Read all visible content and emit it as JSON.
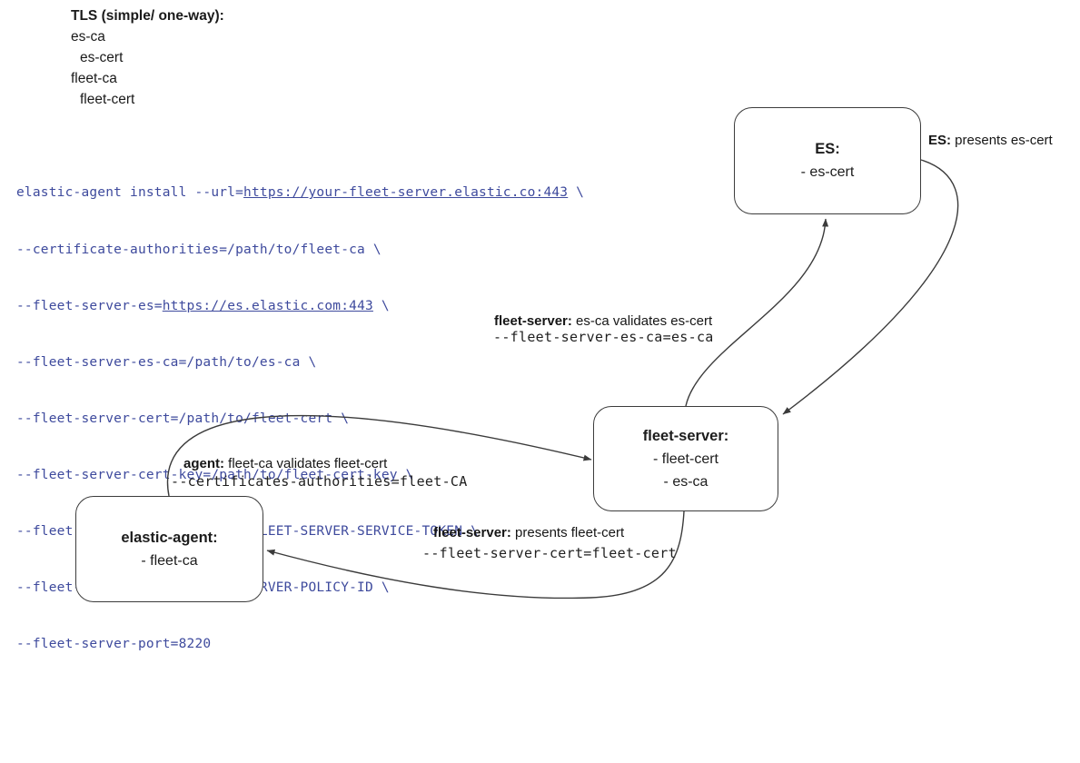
{
  "legend": {
    "title": "TLS (simple/ one-way):",
    "item1": "es-ca",
    "item2": "es-cert",
    "item3": "fleet-ca",
    "item4": "fleet-cert"
  },
  "code": {
    "line1_pre": "elastic-agent install --url=",
    "line1_link": "https://your-fleet-server.elastic.co:443",
    "line1_post": " \\",
    "line2": "--certificate-authorities=/path/to/fleet-ca \\",
    "line3_pre": "--fleet-server-es=",
    "line3_link": "https://es.elastic.com:443",
    "line3_post": " \\",
    "line4": "--fleet-server-es-ca=/path/to/es-ca \\",
    "line5": "--fleet-server-cert=/path/to/fleet-cert \\",
    "line6": "--fleet-server-cert-key=/path/to/fleet-cert-key \\",
    "line7": "--fleet-server-service-token=FLEET-SERVER-SERVICE-TOKEN \\",
    "line8": "--fleet-server-policy=FLEET-SERVER-POLICY-ID \\",
    "line9": "--fleet-server-port=8220"
  },
  "nodes": {
    "es": {
      "title": "ES:",
      "items": [
        "- es-cert"
      ]
    },
    "fleet_server": {
      "title": "fleet-server:",
      "items": [
        "- fleet-cert",
        "- es-ca"
      ]
    },
    "elastic_agent": {
      "title": "elastic-agent:",
      "items": [
        "- fleet-ca"
      ]
    }
  },
  "edge_labels": {
    "es_presents": {
      "bold": "ES:",
      "rest": " presents es-cert"
    },
    "fs_validates": {
      "bold": "fleet-server:",
      "rest": " es-ca validates es-cert",
      "code": "--fleet-server-es-ca=es-ca"
    },
    "agent_validates": {
      "bold": "agent:",
      "rest": " fleet-ca validates fleet-cert",
      "code": "--certificates-authorities=fleet-CA"
    },
    "fs_presents": {
      "bold": "fleet-server:",
      "rest": " presents fleet-cert",
      "code": "--fleet-server-cert=fleet-cert"
    }
  },
  "colors": {
    "code_text": "#3e4a9d",
    "stroke": "#3b3b3b",
    "text": "#1a1a1a",
    "box_border": "#3c3c3c"
  }
}
